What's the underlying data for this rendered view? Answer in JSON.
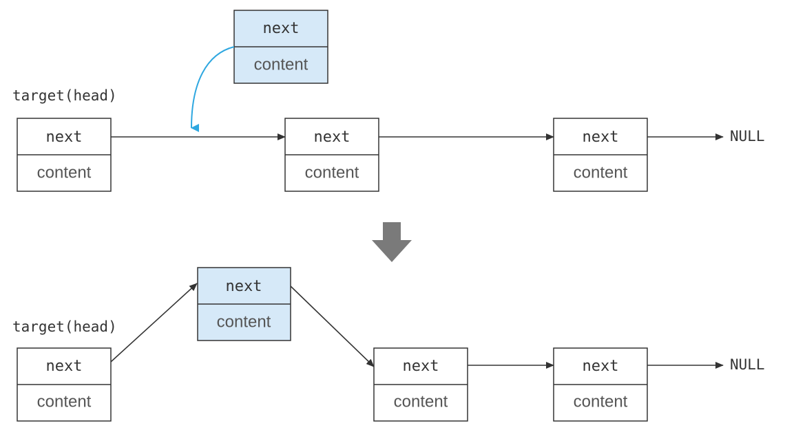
{
  "colors": {
    "node_fill": "#ffffff",
    "new_node_fill": "#d6e9f8",
    "border": "#333333",
    "insert_arrow": "#2ea7e0",
    "transition_arrow": "#7a7a7a"
  },
  "before": {
    "head_label": "target(head)",
    "new_node": {
      "next": "next",
      "content": "content"
    },
    "nodes": [
      {
        "next": "next",
        "content": "content"
      },
      {
        "next": "next",
        "content": "content"
      },
      {
        "next": "next",
        "content": "content"
      }
    ],
    "terminal": "NULL"
  },
  "after": {
    "head_label": "target(head)",
    "nodes": [
      {
        "next": "next",
        "content": "content"
      },
      {
        "next": "next",
        "content": "content",
        "highlight": true
      },
      {
        "next": "next",
        "content": "content"
      },
      {
        "next": "next",
        "content": "content"
      }
    ],
    "terminal": "NULL"
  },
  "transition_icon": "down-arrow-icon"
}
